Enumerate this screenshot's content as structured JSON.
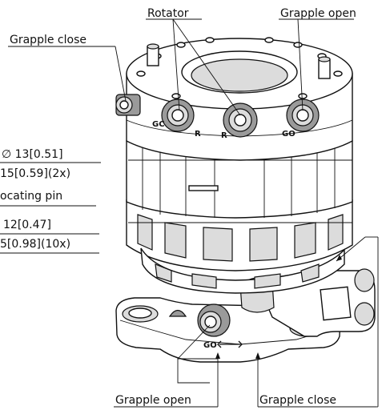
{
  "labels": {
    "rotator": "Rotator",
    "grapple_open_top": "Grapple open",
    "grapple_close_left": "Grapple close",
    "grapple_open_bottom": "Grapple open",
    "grapple_close_bottom": "Grapple close"
  },
  "dimensions": {
    "d1": "∅ 13[0.51]",
    "d2": "15[0.59](2x)",
    "d3": "ocating pin",
    "d4": "12[0.47]",
    "d5": "5[0.98](10x)"
  },
  "ports": {
    "gc": "GC",
    "r1": "R",
    "r2": "R",
    "go": "GO",
    "go_bottom": "GO"
  }
}
